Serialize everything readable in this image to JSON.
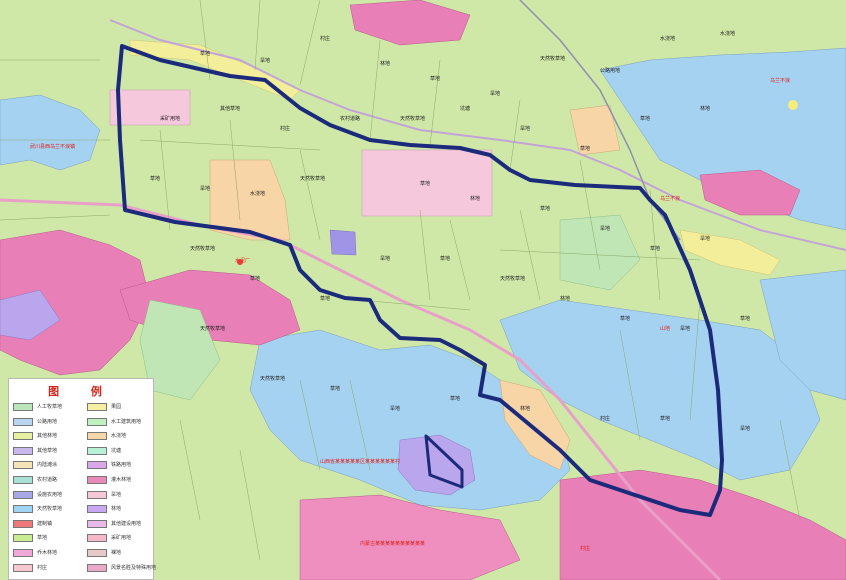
{
  "legend": {
    "title": "图 例",
    "items": [
      {
        "label": "人工牧草地",
        "color": "#b8e6b8"
      },
      {
        "label": "果园",
        "color": "#f4f0a0"
      },
      {
        "label": "公路用地",
        "color": "#b8d4f0"
      },
      {
        "label": "水工建筑用地",
        "color": "#bff0bf"
      },
      {
        "label": "其他林地",
        "color": "#e6f0a0"
      },
      {
        "label": "水浇地",
        "color": "#f8d8a8"
      },
      {
        "label": "其他草地",
        "color": "#c8b8ee"
      },
      {
        "label": "坑塘",
        "color": "#b8f0d8"
      },
      {
        "label": "内陆滩涂",
        "color": "#f4e4b8"
      },
      {
        "label": "铁路用地",
        "color": "#d8a8e8"
      },
      {
        "label": "农村道路",
        "color": "#a8e0d8"
      },
      {
        "label": "灌木林地",
        "color": "#e88ab8"
      },
      {
        "label": "设施农用地",
        "color": "#a8a8e8"
      },
      {
        "label": "旱地",
        "color": "#f8c8d8"
      },
      {
        "label": "天然牧草地",
        "color": "#9fd4f4"
      },
      {
        "label": "林地",
        "color": "#c8a8f0"
      },
      {
        "label": "建制镇",
        "color": "#f07878"
      },
      {
        "label": "其他建设用地",
        "color": "#e8b8e8"
      },
      {
        "label": "草地",
        "color": "#c8ec90"
      },
      {
        "label": "采矿用地",
        "color": "#f4b8c8"
      },
      {
        "label": "乔木林地",
        "color": "#f0a8d8"
      },
      {
        "label": "裸地",
        "color": "#e8c8c8"
      },
      {
        "label": "村庄",
        "color": "#f8c8d0"
      },
      {
        "label": "风景名胜及特殊用地",
        "color": "#e8a8c8"
      }
    ]
  },
  "map": {
    "red_labels": [
      "武川县西乌兰不浪镇",
      "山西省某某某某某区某某某某某某村",
      "水泥厂",
      "乌兰不浪",
      "乌兰不浪",
      "山地",
      "村庄",
      "内蒙古某某某某某某某某某某"
    ],
    "labels": [
      "草地",
      "旱地",
      "村庄",
      "林地",
      "草地",
      "旱地",
      "天然牧草地",
      "公路用地",
      "水浇地",
      "水浇地",
      "采矿用地",
      "其他草地",
      "村庄",
      "农村道路",
      "天然牧草地",
      "坑塘",
      "旱地",
      "草地",
      "草地",
      "林地",
      "草地",
      "旱地",
      "水浇地",
      "天然牧草地",
      "草地",
      "林地",
      "草地",
      "旱地",
      "草地",
      "旱地",
      "天然牧草地",
      "草地",
      "草地",
      "旱地",
      "草地",
      "天然牧草地",
      "林地",
      "草地",
      "旱地",
      "草地",
      "天然牧草地",
      "天然牧草地",
      "草地",
      "旱地",
      "草地",
      "林地",
      "村庄",
      "草地",
      "旱地"
    ]
  }
}
